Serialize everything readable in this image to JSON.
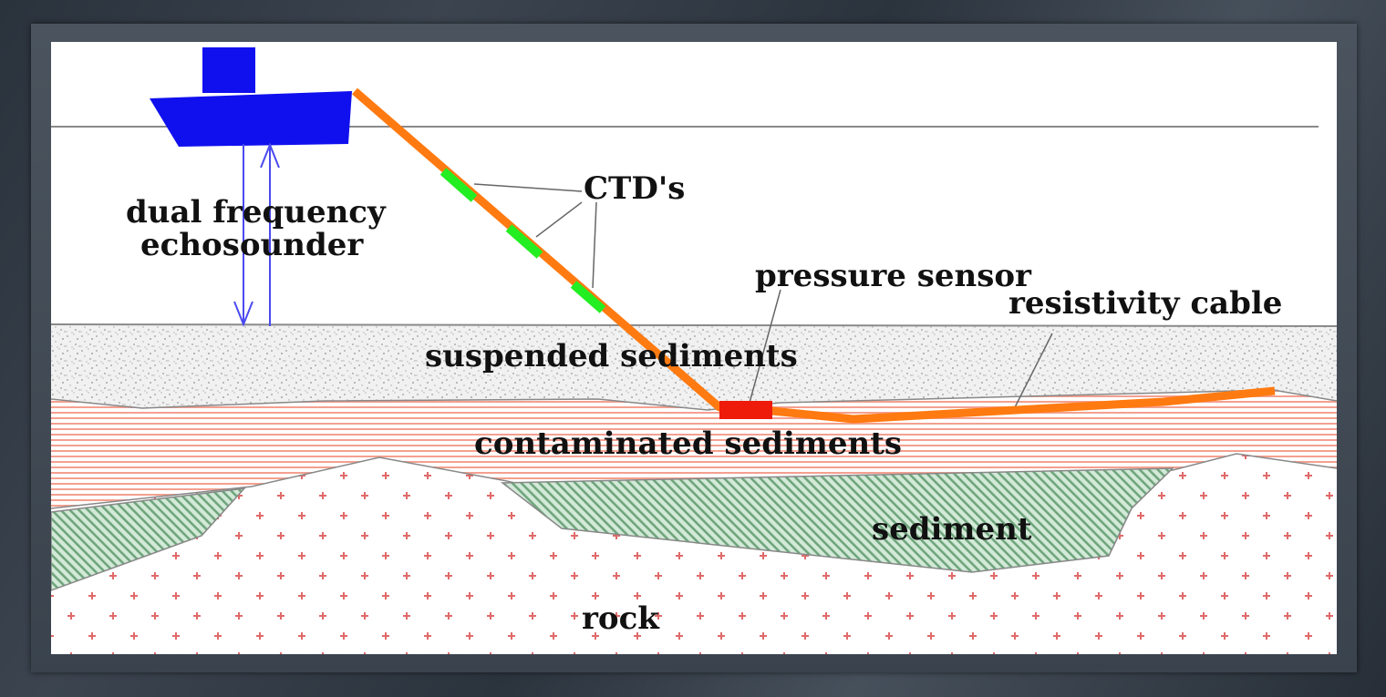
{
  "diagram": {
    "labels": {
      "echosounder_line1": "dual frequency",
      "echosounder_line2": "echosounder",
      "ctds": "CTD's",
      "pressure_sensor": "pressure sensor",
      "resistivity_cable": "resistivity cable",
      "suspended_sediments": "suspended sediments",
      "contaminated_sediments": "contaminated sediments",
      "sediment": "sediment",
      "rock": "rock"
    },
    "colors": {
      "ship": "#1010ee",
      "cable": "#ff7a10",
      "ctd": "#22ee22",
      "pressure_sensor": "#ee1a0a",
      "echo_arrows": "#4a4af0",
      "contaminated_stripes": "#f4a090",
      "rock_crosses": "#e06a6a",
      "sediment_hatch": "#7fb38a"
    },
    "icons": {
      "ship": "ship-icon",
      "ctd": "ctd-sensor-icon",
      "pressure_sensor": "pressure-sensor-icon"
    }
  }
}
